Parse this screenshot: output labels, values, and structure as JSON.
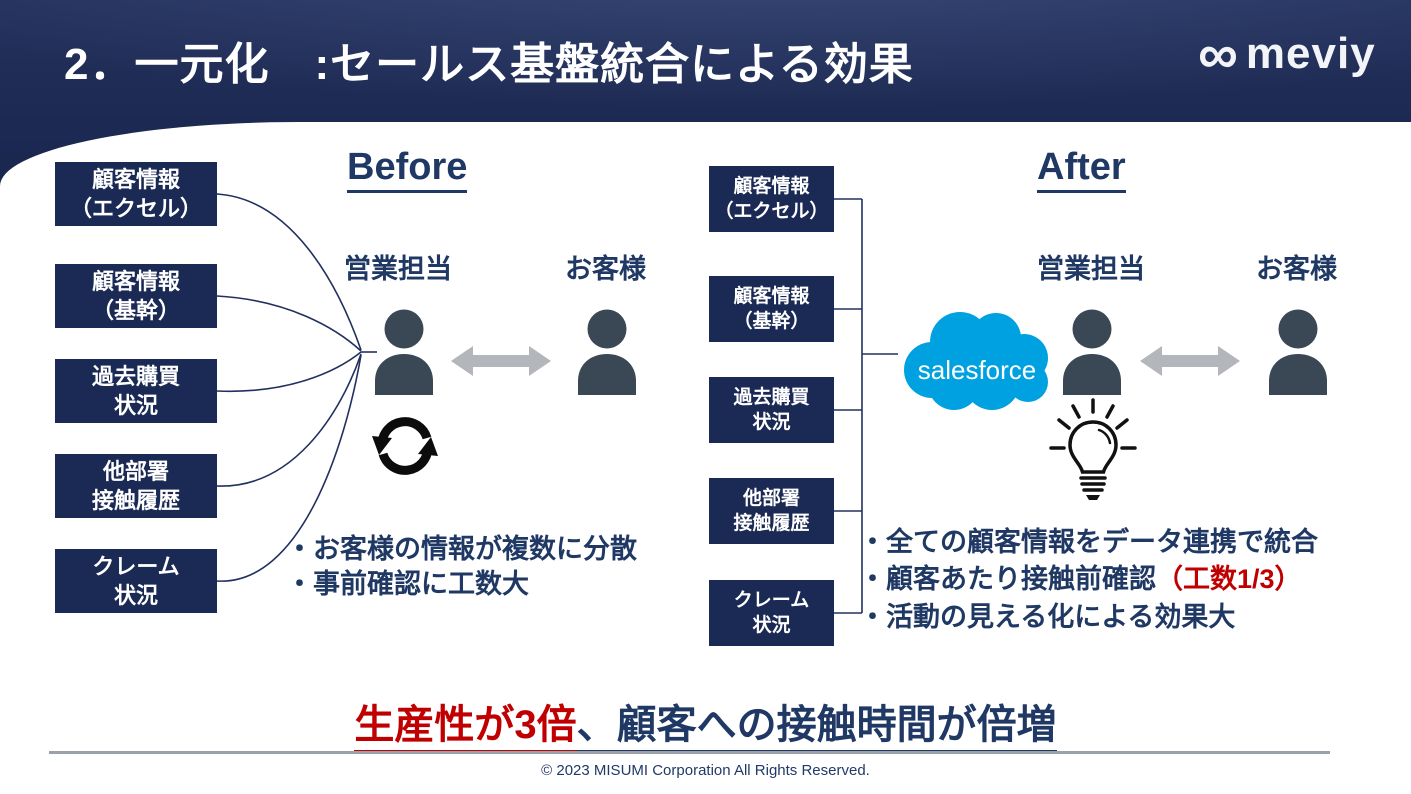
{
  "slide": {
    "title": "2．一元化　:セールス基盤統合による効果",
    "logo": {
      "symbol": "∞",
      "text": "meviy"
    },
    "headline": {
      "red_part": "生産性が3倍",
      "navy_part": "、顧客への接触時間が倍増"
    },
    "footer": "© 2023 MISUMI  Corporation All Rights Reserved."
  },
  "sources": [
    {
      "l1": "顧客情報",
      "l2": "（エクセル）"
    },
    {
      "l1": "顧客情報",
      "l2": "（基幹）"
    },
    {
      "l1": "過去購買",
      "l2": "状況"
    },
    {
      "l1": "他部署",
      "l2": "接触履歴"
    },
    {
      "l1": "クレーム",
      "l2": "状況"
    }
  ],
  "before": {
    "title": "Before",
    "sales_label": "営業担当",
    "customer_label": "お客様",
    "bullet_1": "・お客様の情報が複数に分散",
    "bullet_2": "・事前確認に工数大"
  },
  "after": {
    "title": "After",
    "sales_label": "営業担当",
    "customer_label": "お客様",
    "salesforce_label": "salesforce",
    "bullet_1": "・全ての顧客情報をデータ連携で統合",
    "bullet_2_navy": "・顧客あたり接触前確認",
    "bullet_2_red": "（工数1/3）",
    "bullet_3": "・活動の見える化による効果大"
  },
  "colors": {
    "header_navy": "#15224a",
    "box_navy": "#1b2a54",
    "text_navy": "#1f3864",
    "accent_red": "#c00000",
    "salesforce_blue": "#00a1e0",
    "person_gray": "#3a4754",
    "arrow_gray": "#b3b6ba"
  }
}
